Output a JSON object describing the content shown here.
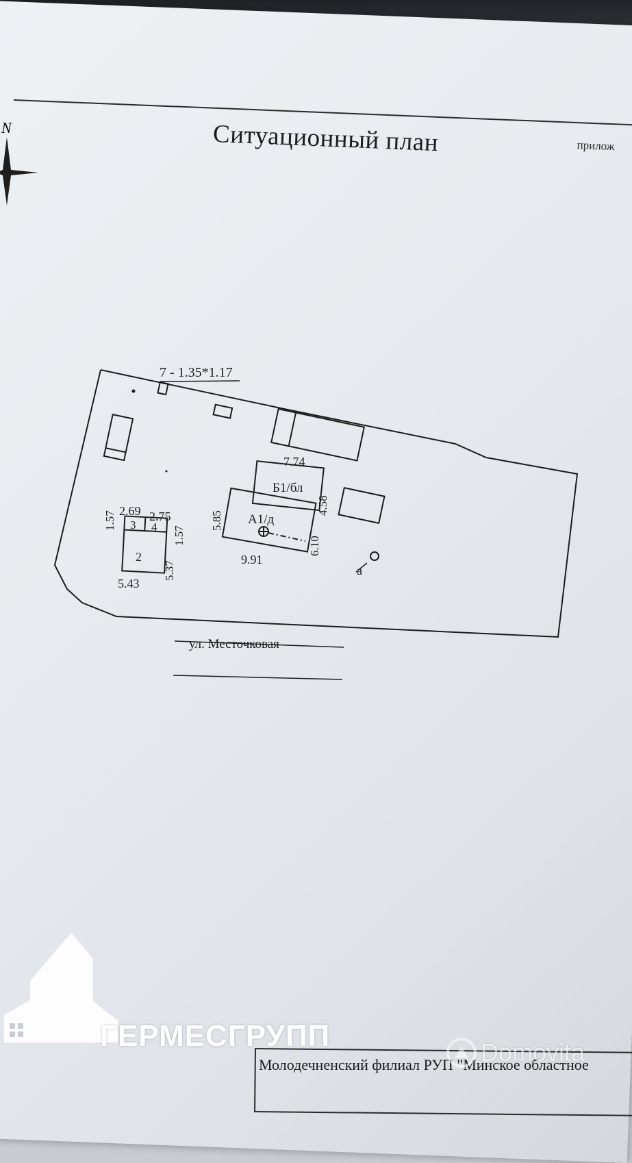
{
  "document": {
    "title": "Ситуационный план",
    "appendix_note": "прилож",
    "north_label": "N"
  },
  "plan": {
    "shed_label": "7 - 1.35*1.17",
    "outbuilding": {
      "dim_top_a": "2.69",
      "dim_top_b": "2.75",
      "dim_left": "1.57",
      "dim_right_upper": "1.57",
      "dim_right": "5.37",
      "dim_bottom": "5.43",
      "room_3": "3",
      "room_4": "4",
      "room_2": "2"
    },
    "house": {
      "annex_label": "Б1/бл",
      "annex_top": "7.74",
      "annex_right": "4.58",
      "main_label": "А1/д",
      "main_left": "5.85",
      "main_right": "6.10",
      "main_bottom": "9.91"
    },
    "well_label": "а",
    "street": "ул. Месточковая"
  },
  "footer": {
    "issuer": "Молодечненский филиал РУП \"Минское областное"
  },
  "branding": {
    "agency": "ГЕРМЕСГРУПП",
    "watermark": "Domovita"
  }
}
